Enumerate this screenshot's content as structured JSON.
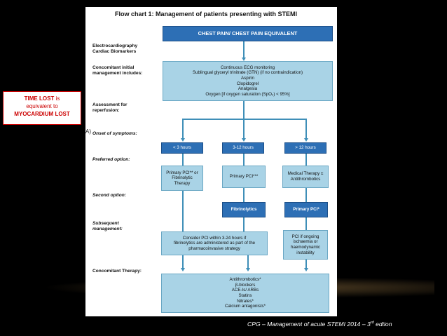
{
  "flowchart": {
    "title_bold": "Flow chart 1: Management of patients presenting with STEMI",
    "labels": {
      "ecg": "Electrocardiography",
      "biomarkers": "Cardiac Biomarkers",
      "concomitant_initial": "Concomitant initial",
      "management_includes": "management includes:",
      "assessment": "Assessment for",
      "reperfusion": "reperfusion:",
      "onset": "Onset of symptoms:",
      "preferred": "Preferred option:",
      "second": "Second option:",
      "subsequent": "Subsequent",
      "management": "management:",
      "concomitant_therapy": "Concomitant Therapy:"
    },
    "top_box": "CHEST PAIN/ CHEST PAIN EQUIVALENT",
    "initial_box": [
      "Continuous ECG monitoring",
      "Sublingual glyceryl trinitrate (GTN) (if no contraindication)",
      "Aspirin",
      "Clopidogrel",
      "Analgesia",
      "Oxygen [if oxygen saturation (SpO₂) < 95%]"
    ],
    "time_boxes": [
      "< 3 hours",
      "3-12 hours",
      "> 12 hours"
    ],
    "preferred_boxes": [
      [
        "Primary PCI** or",
        "Fibrinolytic",
        "Therapy"
      ],
      [
        "Primary PCI***"
      ],
      [
        "Medical Therapy ±",
        "Antithrombotics"
      ]
    ],
    "second_boxes": [
      "Fibrinolytics",
      "Primary PCI*"
    ],
    "subsequent_boxes": [
      [
        "Consider PCI within 3-24 hours if",
        "fibrinolytics are administered as part of the",
        "pharmacoinvasive strategy"
      ],
      [
        "PCI if ongoing",
        "ischaemia or",
        "haemodynamic",
        "instability"
      ]
    ],
    "therapy_box": [
      "Antithrombotics*",
      "β-blockers",
      "ACE-Is/ ARBs",
      "Statins",
      "Nitrates*",
      "Calcium antagonists*"
    ]
  },
  "callout": {
    "line1_bold": "TIME LOST",
    "line1_rest": " is",
    "line2": "equivalent to",
    "line3": "MYOCARDIUM LOST"
  },
  "marker": "A)",
  "footer": {
    "text": "CPG – Management of acute STEMI 2014 – 3",
    "sup": "rd",
    "tail": " edtion"
  }
}
